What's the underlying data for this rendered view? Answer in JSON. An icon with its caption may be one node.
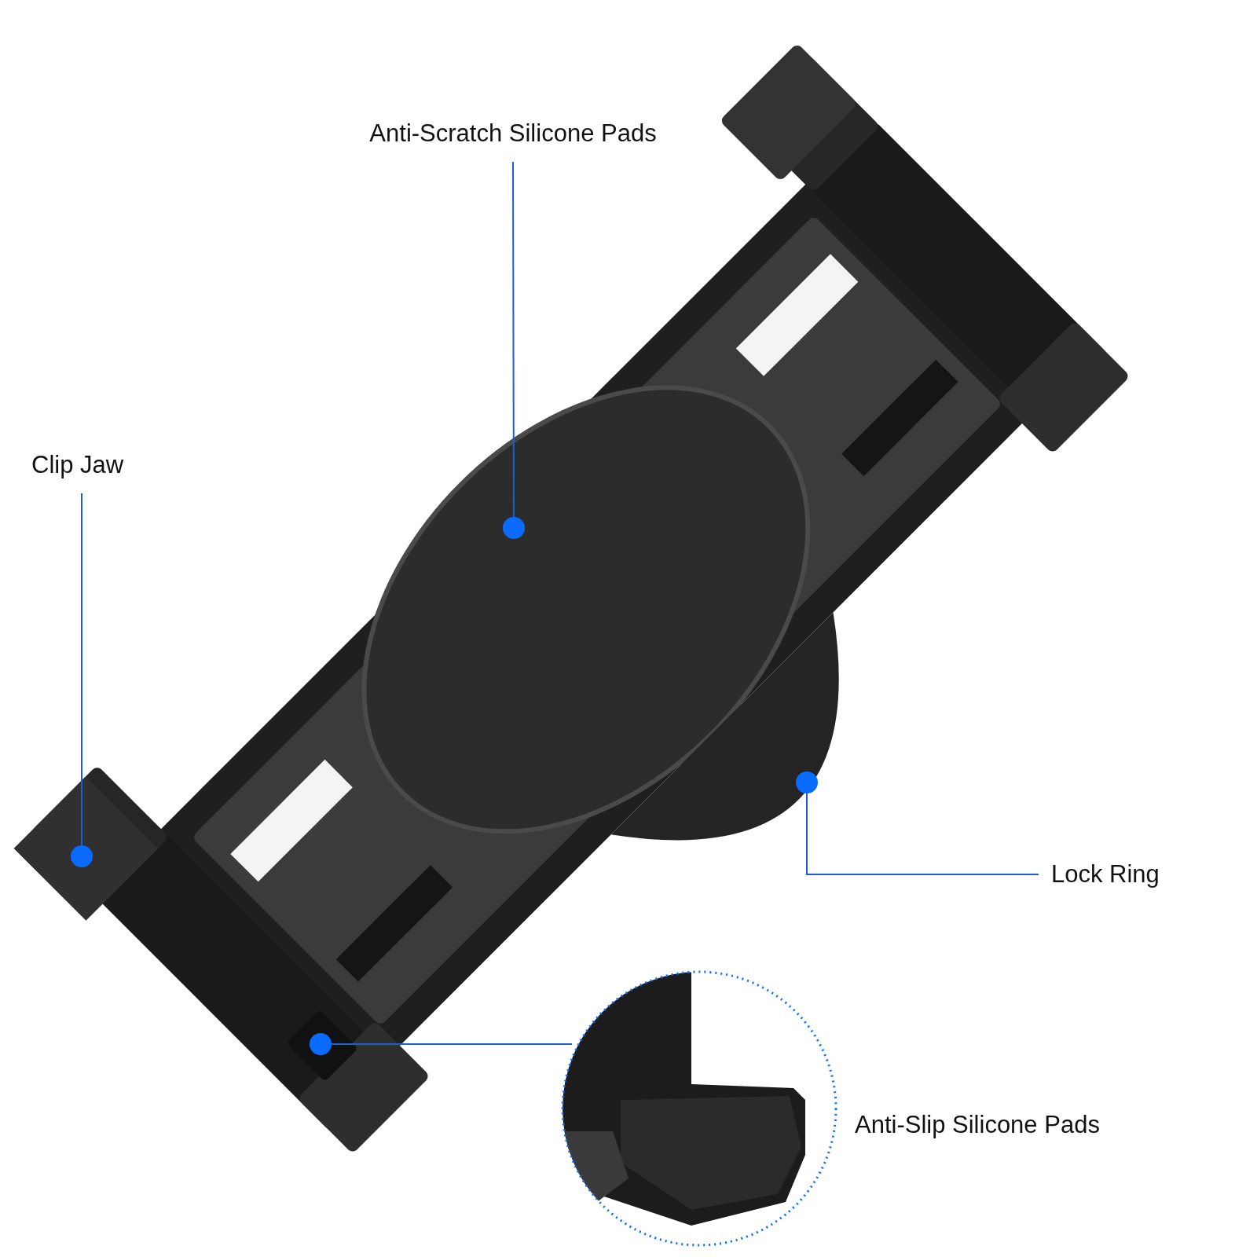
{
  "diagram": {
    "nodes": [
      {
        "text": [
          "Anti-Scratch Silicone Pads"
        ]
      },
      {
        "text": [
          "Clip Jaw"
        ]
      },
      {
        "text": [],
        "shape": "picture"
      },
      {
        "text": [],
        "shape": "picture"
      },
      {
        "text": [],
        "shape": "picture"
      },
      {
        "text": [
          "Lock Ring"
        ]
      },
      {
        "text": [],
        "shape": "picture"
      },
      {
        "text": [],
        "shape": "picture",
        "beside": [
          "Anti-Slip Silicone Pads"
        ]
      }
    ],
    "edges": [
      {
        "from": 0,
        "to": 2,
        "arrow": "other"
      },
      {
        "from": 1,
        "to": 3,
        "arrow": "other"
      },
      {
        "from": 5,
        "to": 4,
        "arrow": "other"
      },
      {
        "from": 7,
        "to": 6,
        "arrow": "other"
      }
    ]
  }
}
